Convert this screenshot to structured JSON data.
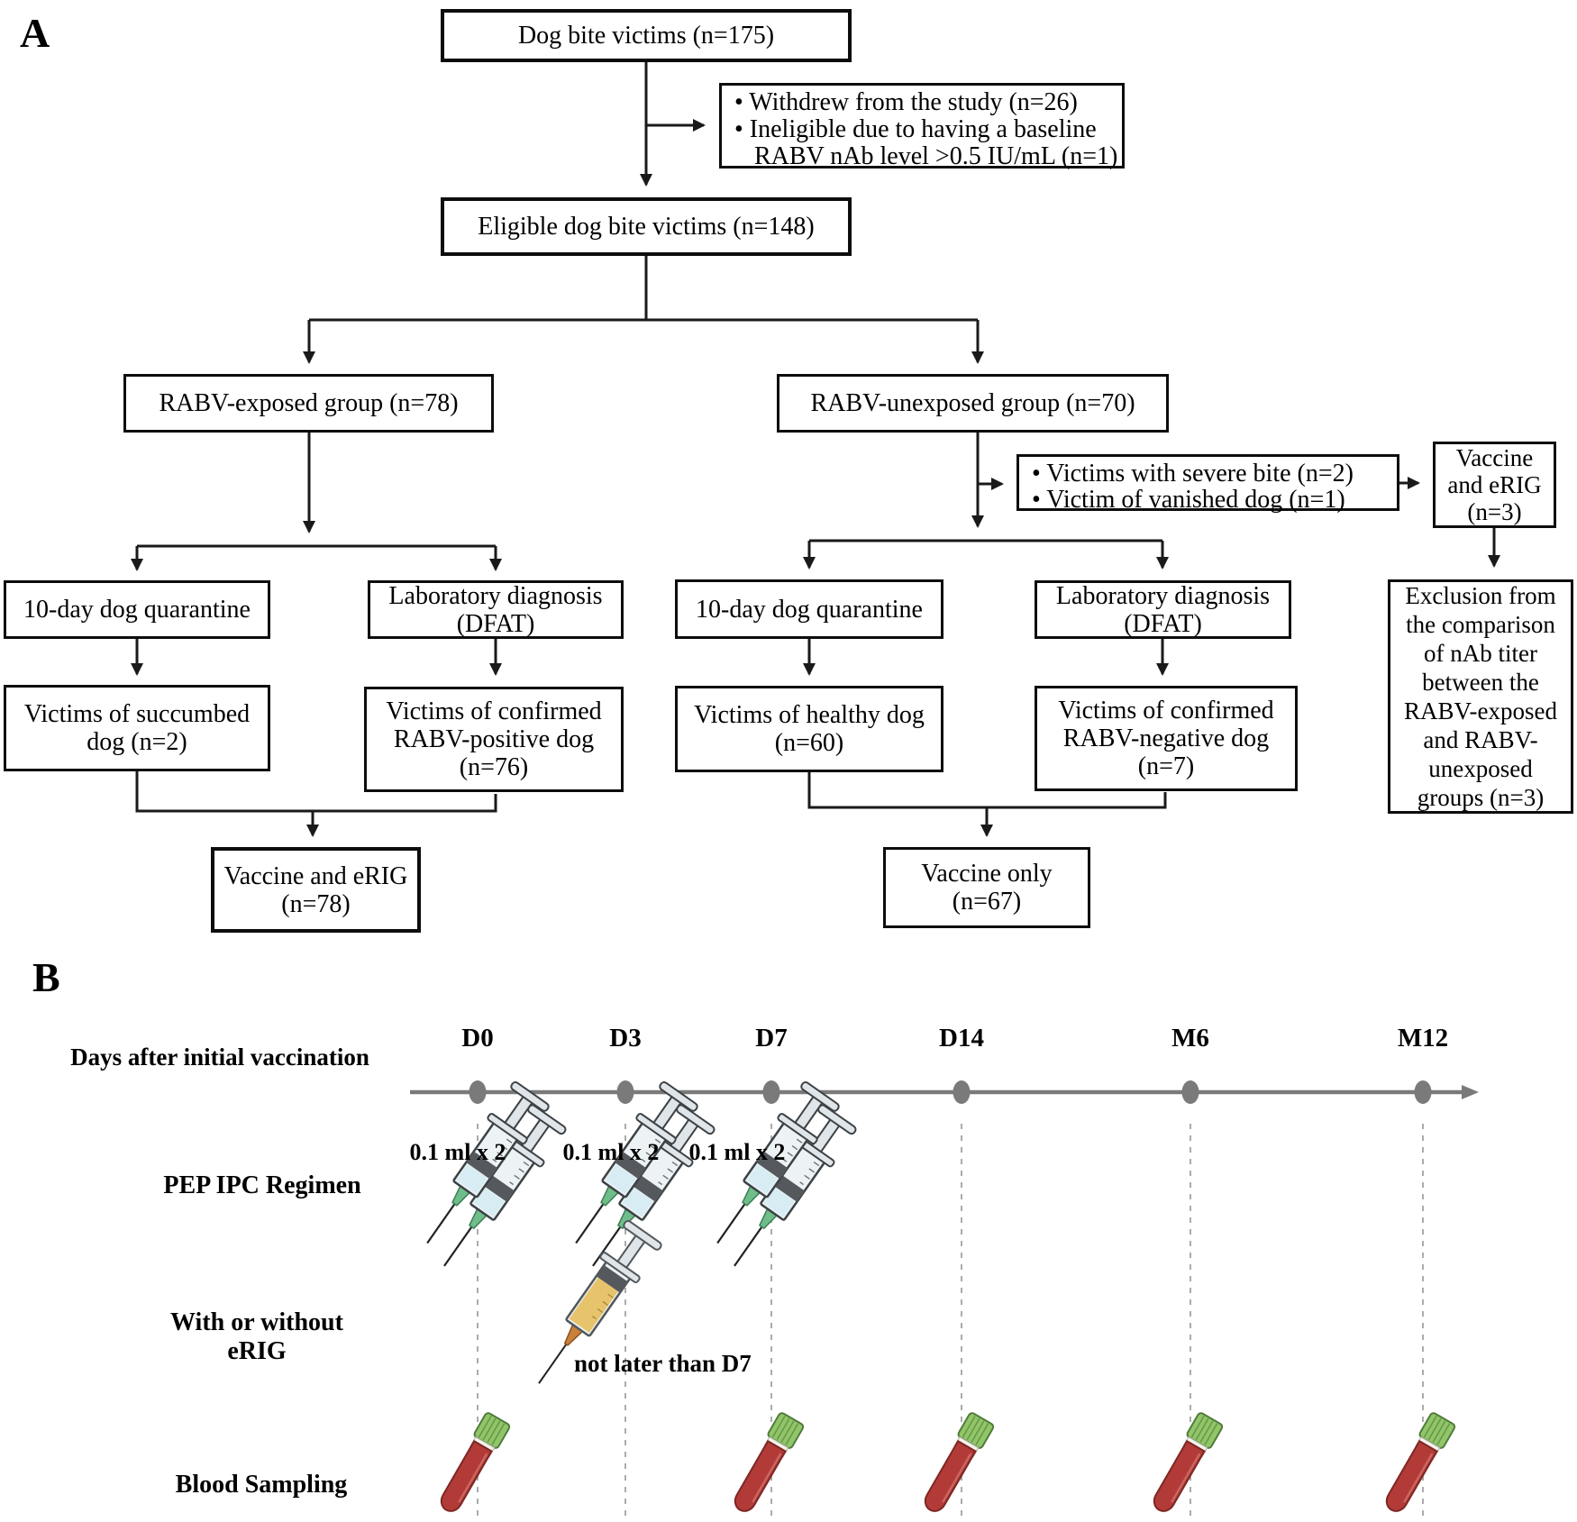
{
  "panel_a": {
    "label": "A",
    "dog_bite": "Dog bite victims (n=175)",
    "withdrew_items": [
      "• Withdrew from the study (n=26)",
      "• Ineligible due to having a baseline",
      "RABV nAb level >0.5 IU/mL (n=1)"
    ],
    "eligible": "Eligible dog bite victims (n=148)",
    "exposed": "RABV-exposed group (n=78)",
    "unexposed": "RABV-unexposed group (n=70)",
    "severe_items": [
      "• Victims with severe bite (n=2)",
      "• Victim of vanished dog (n=1)"
    ],
    "vaccine_erig_3": "Vaccine and eRIG (n=3)",
    "quarantine_left": "10-day dog quarantine",
    "lab_left": "Laboratory diagnosis (DFAT)",
    "succumbed": "Victims of succumbed dog (n=2)",
    "positive": "Victims of confirmed RABV-positive dog (n=76)",
    "quarantine_right": "10-day dog quarantine",
    "lab_right": "Laboratory diagnosis (DFAT)",
    "healthy": "Victims of healthy dog (n=60)",
    "negative": "Victims of confirmed RABV-negative dog (n=7)",
    "vaccine_erig_78": "Vaccine and eRIG (n=78)",
    "vaccine_only": "Vaccine only (n=67)",
    "exclusion": "Exclusion from the comparison of nAb titer between the RABV-exposed and RABV-unexposed groups (n=3)"
  },
  "panel_b": {
    "label": "B",
    "axis_label": "Days after initial vaccination",
    "ticks": [
      {
        "label": "D0"
      },
      {
        "label": "D3"
      },
      {
        "label": "D7"
      },
      {
        "label": "D14"
      },
      {
        "label": "M6"
      },
      {
        "label": "M12"
      }
    ],
    "dose_label": "0.1 ml x 2",
    "row_pep": "PEP IPC Regimen",
    "row_erig": "With or without eRIG",
    "row_blood": "Blood Sampling",
    "erig_note": "not later than D7"
  },
  "colors": {
    "timeline_gray": "#7a7a7a",
    "dash_gray": "#ababab",
    "arrow_black": "#1a1a1a",
    "syringe_body": "#edf2f4",
    "syringe_liquid_blue": "#d7ecf3",
    "syringe_band": "#55595e",
    "hub_green": "#6fbe8a",
    "erig_liquid_yellow": "#e7c46c",
    "hub_orange": "#c9803a",
    "tube_red": "#b23b38",
    "cap_green": "#92c568"
  }
}
